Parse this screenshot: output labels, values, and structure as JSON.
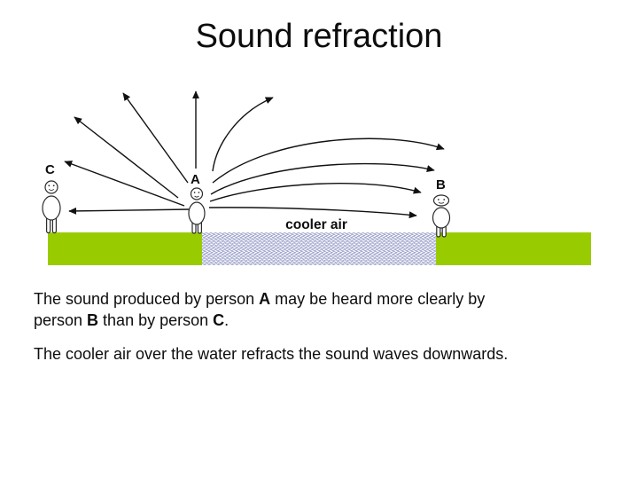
{
  "slide": {
    "title": "Sound refraction",
    "background": "#ffffff"
  },
  "diagram": {
    "labels": {
      "person_a": "A",
      "person_b": "B",
      "person_c": "C",
      "cooler_air": "cooler air"
    },
    "colors": {
      "ground_green": "#99CC00",
      "water_stroke": "#9096c4",
      "arrow": "#111111"
    }
  },
  "body": {
    "paragraph1": {
      "line1": [
        {
          "t": "The sound produced by person "
        },
        {
          "t": "A"
        },
        {
          "t": " may be heard more clearly by"
        }
      ],
      "line2": [
        {
          "t": "person "
        },
        {
          "t": "B"
        },
        {
          "t": " than by person "
        },
        {
          "t": "C"
        },
        {
          "t": "."
        }
      ]
    },
    "paragraph2": "The cooler air over the water refracts the sound waves downwards."
  }
}
